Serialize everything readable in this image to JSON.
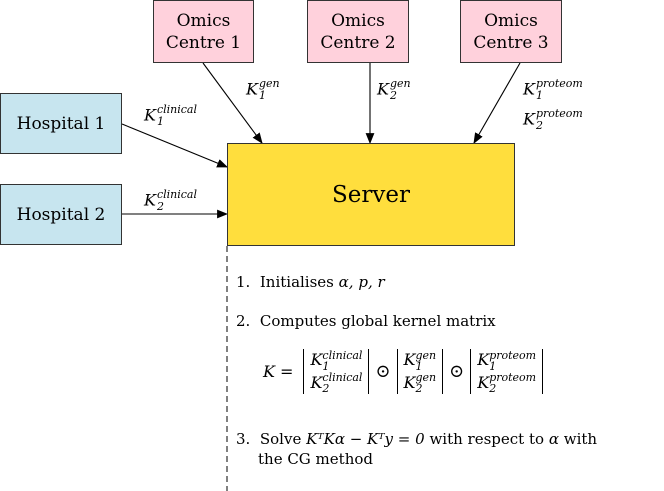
{
  "omics": [
    {
      "line1": "Omics",
      "line2": "Centre 1"
    },
    {
      "line1": "Omics",
      "line2": "Centre 2"
    },
    {
      "line1": "Omics",
      "line2": "Centre 3"
    }
  ],
  "hospitals": [
    "Hospital 1",
    "Hospital 2"
  ],
  "server": "Server",
  "edge_labels": {
    "k1_gen": {
      "base": "K",
      "sub": "1",
      "sup": "gen"
    },
    "k2_gen": {
      "base": "K",
      "sub": "2",
      "sup": "gen"
    },
    "k1_proteom": {
      "base": "K",
      "sub": "1",
      "sup": "proteom"
    },
    "k2_proteom": {
      "base": "K",
      "sub": "2",
      "sup": "proteom"
    },
    "k1_clinical": {
      "base": "K",
      "sub": "1",
      "sup": "clinical"
    },
    "k2_clinical": {
      "base": "K",
      "sub": "2",
      "sup": "clinical"
    }
  },
  "steps": {
    "s1_num": "1.",
    "s1_text": "Initialises",
    "s1_vars": "α, p, r",
    "s2_num": "2.",
    "s2_text": "Computes global kernel matrix",
    "s3_num": "3.",
    "s3_line1_a": "Solve",
    "s3_eq": "KᵀKα − Kᵀy = 0",
    "s3_line1_b": "with respect to",
    "s3_alpha": "α",
    "s3_line1_c": "with",
    "s3_line2": "the CG method"
  },
  "formula": {
    "lhs": "K =",
    "odot": "⊙",
    "m1": [
      {
        "sub": "1",
        "sup": "clinical"
      },
      {
        "sub": "2",
        "sup": "clinical"
      }
    ],
    "m2": [
      {
        "sub": "1",
        "sup": "gen"
      },
      {
        "sub": "2",
        "sup": "gen"
      }
    ],
    "m3": [
      {
        "sub": "1",
        "sup": "proteom"
      },
      {
        "sub": "2",
        "sup": "proteom"
      }
    ]
  }
}
